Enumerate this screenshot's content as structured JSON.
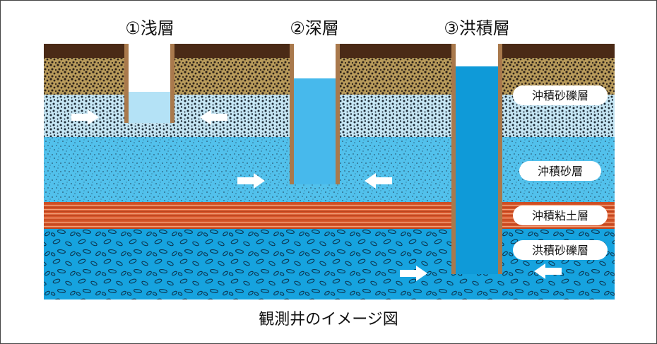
{
  "wells": [
    {
      "label": "①浅層"
    },
    {
      "label": "②深層"
    },
    {
      "label": "③洪積層"
    }
  ],
  "layers": [
    {
      "label": "沖積砂礫層"
    },
    {
      "label": "沖積砂層"
    },
    {
      "label": "沖積粘土層"
    },
    {
      "label": "洪積砂礫層"
    }
  ],
  "caption": "観測井のイメージ図",
  "colors": {
    "topsoil": "#4a2a16",
    "gravel_upper": "#b79a5b",
    "gravel_lower": "#c6e6f4",
    "sand": "#52c1ec",
    "clay": "#d8562a",
    "deep_gravel": "#16a3df",
    "well_casing": "#a9794c",
    "water_shallow": "#b4e2f6",
    "water_deep": "#47b9ec",
    "water_diluvial": "#0f9ad8",
    "arrow": "#ffffff"
  }
}
